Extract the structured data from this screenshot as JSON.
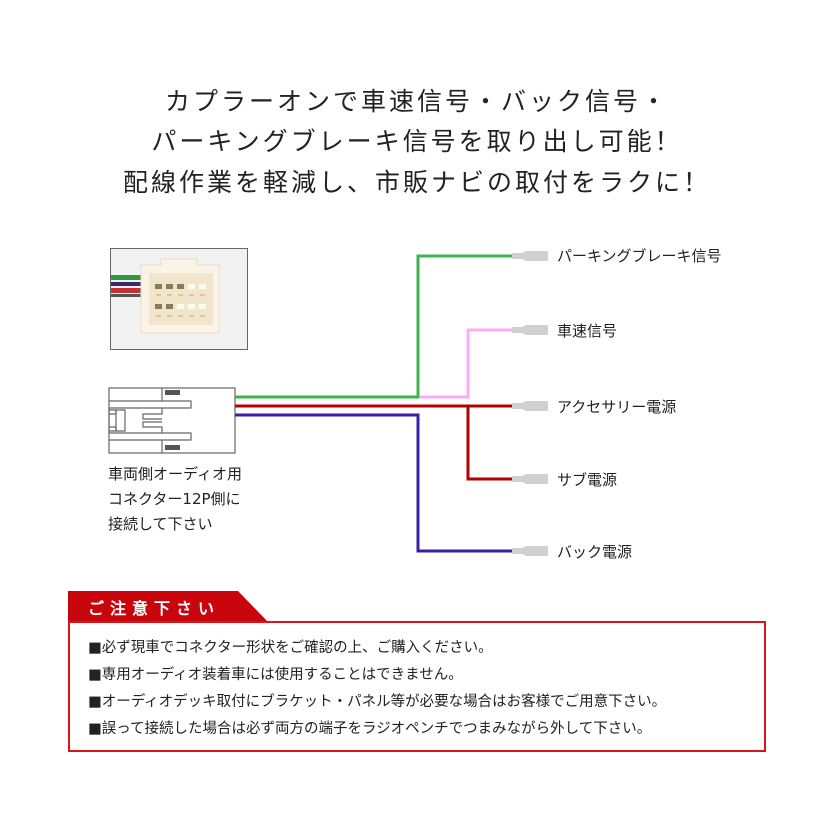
{
  "headline": {
    "line1": "カプラーオンで車速信号・バック信号・",
    "line2": "パーキングブレーキ信号を取り出し可能！",
    "line3": "配線作業を軽減し、市販ナビの取付をラクに！"
  },
  "connector": {
    "caption_line1": "車両側オーディオ用",
    "caption_line2": "コネクター12P側に",
    "caption_line3": "接続して下さい"
  },
  "wires": [
    {
      "label": "パーキングブレーキ信号",
      "color": "#3cb44b"
    },
    {
      "label": "車速信号",
      "color": "#ffaaf5"
    },
    {
      "label": "アクセサリー電源",
      "color": "#b00000"
    },
    {
      "label": "サブ電源",
      "color": "#b00000"
    },
    {
      "label": "バック電源",
      "color": "#3a1fa8"
    }
  ],
  "caution": {
    "title": "ご注意下さい",
    "items": [
      "■必ず現車でコネクター形状をご確認の上、ご購入ください。",
      "■専用オーディオ装着車には使用することはできません。",
      "■オーディオデッキ取付にブラケット・パネル等が必要な場合はお客様でご用意下さい。",
      "■誤って接続した場合は必ず両方の端子をラジオペンチでつまみながら外して下さい。"
    ]
  },
  "colors": {
    "accent_red": "#c8050c",
    "wire_green": "#3cb44b",
    "wire_pink": "#ffaaf5",
    "wire_red": "#b00000",
    "wire_blue": "#3a1fa8",
    "terminal_gray": "#d0d0d0"
  }
}
